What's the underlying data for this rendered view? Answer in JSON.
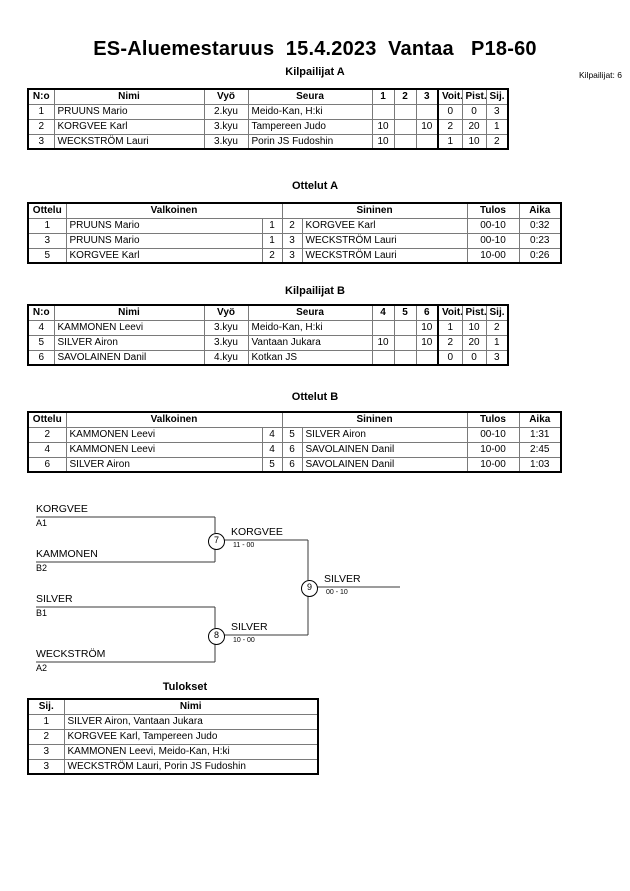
{
  "header": {
    "title": "ES-Aluemestaruus  15.4.2023  Vantaa   P18-60",
    "entrant_count_label": "Kilpailijat: 6"
  },
  "sections": {
    "pool_a_title": "Kilpailijat A",
    "matches_a_title": "Ottelut A",
    "pool_b_title": "Kilpailijat B",
    "matches_b_title": "Ottelut B",
    "results_title": "Tulokset"
  },
  "pool_table": {
    "headers": {
      "no": "N:o",
      "name": "Nimi",
      "belt": "Vyö",
      "club": "Seura",
      "wins": "Voit.",
      "points": "Pist.",
      "rank": "Sij."
    }
  },
  "pool_a": {
    "match_columns": [
      "1",
      "2",
      "3"
    ],
    "rows": [
      {
        "no": "1",
        "name": "PRUUNS Mario",
        "belt": "2.kyu",
        "club": "Meido-Kan, H:ki",
        "results": [
          "",
          "",
          ""
        ],
        "wins": "0",
        "points": "0",
        "rank": "3"
      },
      {
        "no": "2",
        "name": "KORGVEE Karl",
        "belt": "3.kyu",
        "club": "Tampereen Judo",
        "results": [
          "10",
          "",
          "10"
        ],
        "wins": "2",
        "points": "20",
        "rank": "1"
      },
      {
        "no": "3",
        "name": "WECKSTRÖM Lauri",
        "belt": "3.kyu",
        "club": "Porin JS Fudoshin",
        "results": [
          "10",
          "",
          ""
        ],
        "wins": "1",
        "points": "10",
        "rank": "2"
      }
    ]
  },
  "pool_b": {
    "match_columns": [
      "4",
      "5",
      "6"
    ],
    "rows": [
      {
        "no": "4",
        "name": "KAMMONEN Leevi",
        "belt": "3.kyu",
        "club": "Meido-Kan, H:ki",
        "results": [
          "",
          "",
          "10"
        ],
        "wins": "1",
        "points": "10",
        "rank": "2"
      },
      {
        "no": "5",
        "name": "SILVER Airon",
        "belt": "3.kyu",
        "club": "Vantaan Jukara",
        "results": [
          "10",
          "",
          "10"
        ],
        "wins": "2",
        "points": "20",
        "rank": "1"
      },
      {
        "no": "6",
        "name": "SAVOLAINEN Danil",
        "belt": "4.kyu",
        "club": "Kotkan JS",
        "results": [
          "",
          "",
          ""
        ],
        "wins": "0",
        "points": "0",
        "rank": "3"
      }
    ]
  },
  "match_table": {
    "headers": {
      "match": "Ottelu",
      "white": "Valkoinen",
      "blue": "Sininen",
      "result": "Tulos",
      "time": "Aika"
    }
  },
  "matches_a": [
    {
      "match": "1",
      "white_no": "1",
      "white": "PRUUNS Mario",
      "blue_no": "2",
      "blue": "KORGVEE Karl",
      "result": "00-10",
      "time": "0:32"
    },
    {
      "match": "3",
      "white_no": "1",
      "white": "PRUUNS Mario",
      "blue_no": "3",
      "blue": "WECKSTRÖM Lauri",
      "result": "00-10",
      "time": "0:23"
    },
    {
      "match": "5",
      "white_no": "2",
      "white": "KORGVEE Karl",
      "blue_no": "3",
      "blue": "WECKSTRÖM Lauri",
      "result": "10-00",
      "time": "0:26"
    }
  ],
  "matches_b": [
    {
      "match": "2",
      "white_no": "4",
      "white": "KAMMONEN Leevi",
      "blue_no": "5",
      "blue": "SILVER Airon",
      "result": "00-10",
      "time": "1:31"
    },
    {
      "match": "4",
      "white_no": "4",
      "white": "KAMMONEN Leevi",
      "blue_no": "6",
      "blue": "SAVOLAINEN Danil",
      "result": "10-00",
      "time": "2:45"
    },
    {
      "match": "6",
      "white_no": "5",
      "white": "SILVER Airon",
      "blue_no": "6",
      "blue": "SAVOLAINEN Danil",
      "result": "10-00",
      "time": "1:03"
    }
  ],
  "bracket": {
    "entries": [
      {
        "name": "KORGVEE",
        "seed": "A1"
      },
      {
        "name": "KAMMONEN",
        "seed": "B2"
      },
      {
        "name": "SILVER",
        "seed": "B1"
      },
      {
        "name": "WECKSTRÖM",
        "seed": "A2"
      }
    ],
    "nodes": [
      {
        "number": "7",
        "winner": "KORGVEE",
        "score": "11 - 00"
      },
      {
        "number": "8",
        "winner": "SILVER",
        "score": "10 - 00"
      },
      {
        "number": "9",
        "winner": "SILVER",
        "score": "00 - 10"
      }
    ]
  },
  "results": {
    "headers": {
      "rank": "Sij.",
      "name": "Nimi"
    },
    "rows": [
      {
        "rank": "1",
        "name": "SILVER Airon, Vantaan Jukara"
      },
      {
        "rank": "2",
        "name": "KORGVEE Karl, Tampereen Judo"
      },
      {
        "rank": "3",
        "name": "KAMMONEN Leevi, Meido-Kan, H:ki"
      },
      {
        "rank": "3",
        "name": "WECKSTRÖM Lauri, Porin JS Fudoshin"
      }
    ]
  }
}
